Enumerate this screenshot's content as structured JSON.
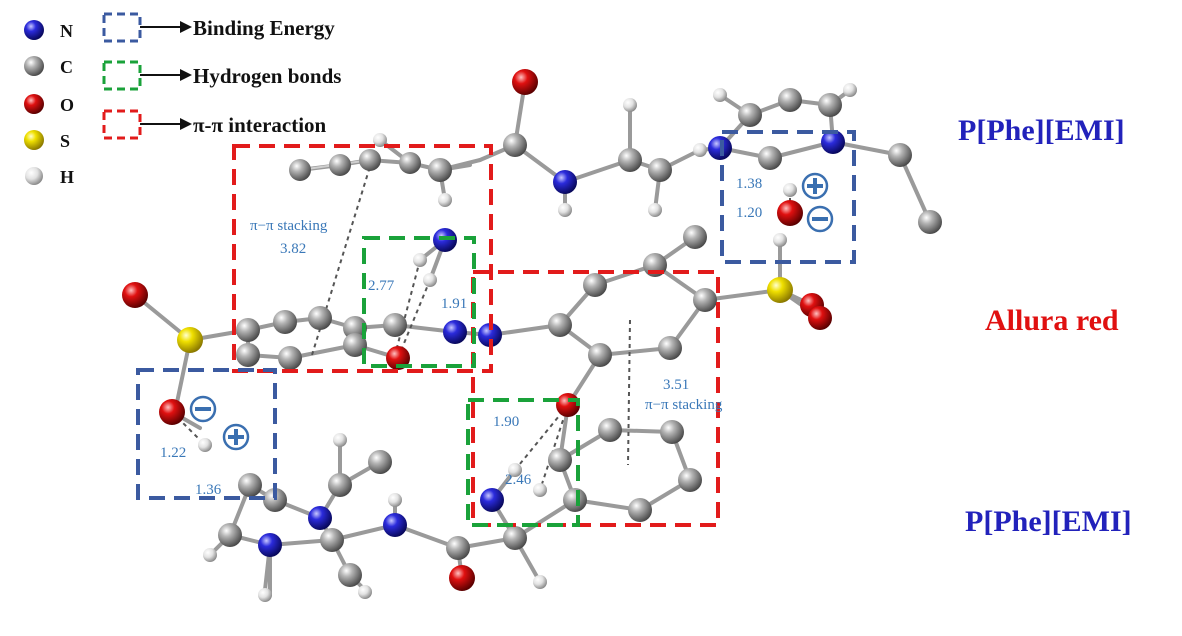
{
  "legend": {
    "atoms": [
      {
        "symbol": "N",
        "color": "#1a1ad6"
      },
      {
        "symbol": "C",
        "color": "#8a8a8a"
      },
      {
        "symbol": "O",
        "color": "#e00000"
      },
      {
        "symbol": "S",
        "color": "#e6d400"
      },
      {
        "symbol": "H",
        "color": "#e8e8e8"
      }
    ],
    "boxes": [
      {
        "label": "Binding Energy",
        "color": "#3b5aa0"
      },
      {
        "label": "Hydrogen bonds",
        "color": "#1aa23a"
      },
      {
        "label": "π-π interaction",
        "color": "#e21b1b"
      }
    ]
  },
  "labels": {
    "top": {
      "text": "P[Phe][EMI]",
      "color": "#2222bb"
    },
    "middle": {
      "text": "Allura red",
      "color": "#e01010"
    },
    "bottom": {
      "text": "P[Phe][EMI]",
      "color": "#2222bb"
    }
  },
  "annotations": {
    "stack_top_label": "π−π stacking",
    "stack_top_value": "3.82",
    "stack_bot_value": "3.51",
    "stack_bot_label": "π−π stacking",
    "hb_a": "2.77",
    "hb_b": "1.91",
    "hb_c": "1.90",
    "hb_d": "2.46",
    "be_top_a": "1.38",
    "be_top_b": "1.20",
    "be_bot_a": "1.22",
    "be_bot_b": "1.36"
  },
  "colors": {
    "annotation_text": "#3a78b8",
    "charge_symbol": "#3a6fb0"
  }
}
